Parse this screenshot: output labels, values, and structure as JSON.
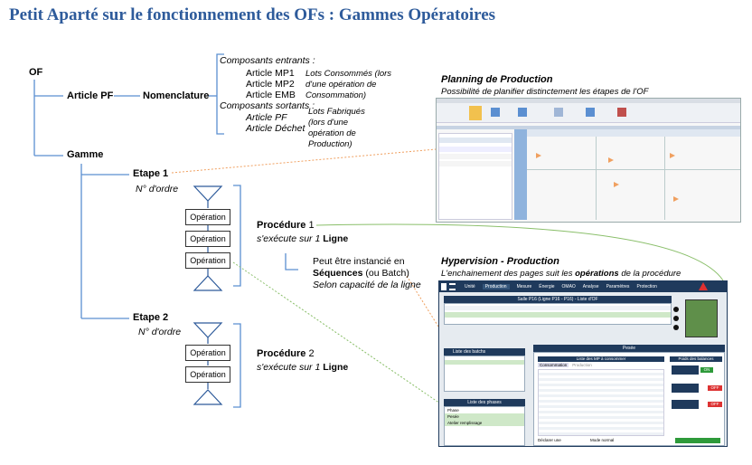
{
  "title": "Petit Aparté sur le fonctionnement des OFs : Gammes Opératoires",
  "tree": {
    "root": "OF",
    "article_pf": "Article PF",
    "nomenclature": "Nomenclature",
    "gamme": "Gamme",
    "etape1": "Etape 1",
    "etape1_ordre": "N° d'ordre",
    "etape2": "Etape 2",
    "etape2_ordre": "N° d'ordre"
  },
  "composants": {
    "entrants_title": "Composants entrants :",
    "entrants": [
      "Article MP1",
      "Article MP2",
      "Article EMB"
    ],
    "consommes": "Lots Consommés (lors d'une opération de Consommation)",
    "sortants_title": "Composants sortants :",
    "sortants": [
      "Article PF",
      "Article Déchet"
    ],
    "fabriques": "Lots Fabriqués (lors d'une opération de Production)"
  },
  "procedure1": {
    "operations": [
      "Opération",
      "Opération",
      "Opération"
    ],
    "label": "Procédure",
    "num": "1",
    "sub_prefix": "s'exécute sur 1",
    "sub_bold": "Ligne"
  },
  "instancie": {
    "line1": "Peut être instancié en",
    "line2_bold": "Séquences",
    "line2_rest": " (ou Batch)",
    "line3": "Selon capacité de la ligne"
  },
  "procedure2": {
    "operations": [
      "Opération",
      "Opération"
    ],
    "label": "Procédure",
    "num": "2",
    "sub_prefix": "s'exécute sur 1",
    "sub_bold": "Ligne"
  },
  "planning": {
    "title": "Planning de Production",
    "subtitle": "Possibilité de planifier distinctement les étapes de l'OF"
  },
  "hypervision": {
    "title": "Hypervision - Production",
    "subtitle_prefix": "L'enchainement des pages suit les",
    "subtitle_bold": "opérations",
    "subtitle_suffix": "de la procédure",
    "tabs": [
      "Unité",
      "Production",
      "Mesure",
      "Énergie",
      "OMAO",
      "Analyse",
      "Paramètres",
      "Protection"
    ],
    "header": "Salle P16 (Ligne P16 - P16) - Liste d'OF",
    "batches": "Liste des batchs",
    "phases": "Liste des phases",
    "pesee": "Pesée",
    "balances": "Poids des balances",
    "mp_list": "Liste des MP à consommer",
    "consommation": "Consommation",
    "production": "Production",
    "phase_items": [
      "Phase",
      "Pesée",
      "Atelier remplissage"
    ],
    "btn_declarer": "Déclarer une",
    "mode": "Mode normal",
    "off": "OFF",
    "on": "ON"
  },
  "colors": {
    "title": "#2e5b9b",
    "tree_line": "#5b8fd1",
    "dotted_orange": "#f0a060",
    "dotted_green": "#8abf6a",
    "hv_dark": "#1f3a5c"
  }
}
